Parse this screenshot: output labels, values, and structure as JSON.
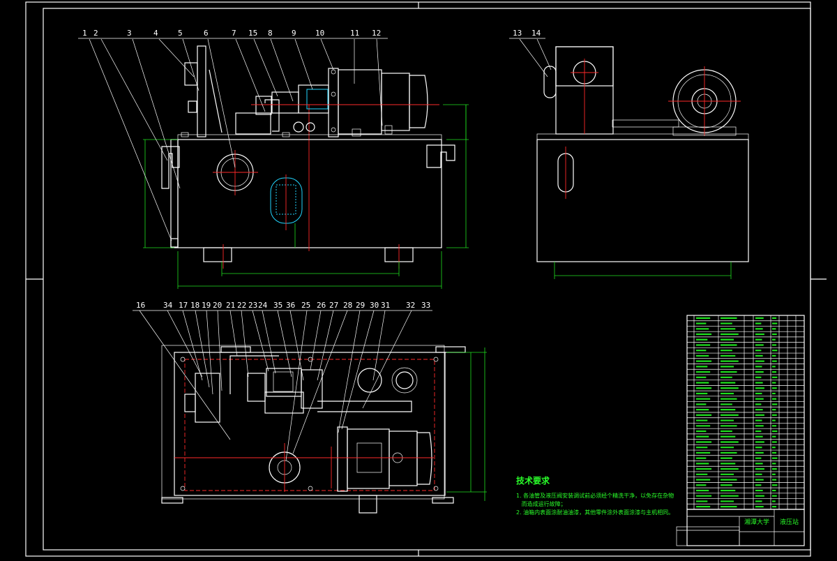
{
  "drawing": {
    "part_numbers_front": [
      "1",
      "2",
      "3",
      "4",
      "5",
      "6",
      "7",
      "15",
      "8",
      "9",
      "10",
      "11",
      "12"
    ],
    "part_numbers_side": [
      "13",
      "14"
    ],
    "part_numbers_top_left": [
      "16",
      "34",
      "17",
      "18",
      "19",
      "20",
      "21",
      "22",
      "23",
      "24",
      "35",
      "36",
      "25",
      "26",
      "27",
      "28",
      "29",
      "30",
      "31",
      "32",
      "33"
    ],
    "title_block": {
      "drawing_title": "液压站",
      "company": "湘潭大学"
    }
  },
  "tech_requirements": {
    "title": "技术要求",
    "line1": "1. 各油管及液压阀安装调试前必须经个精洗干净，以免存在杂物",
    "line1b": "   而造成运行故障；",
    "line2": "2. 油箱内表面涂耐油油漆，其他零件涂外表面涂漆与主机相同。"
  },
  "colors": {
    "background": "#000000",
    "lines": "#ffffff",
    "centerlines": "#ff2a2a",
    "dimensions": "#1fe01f",
    "hatch": "#22d6ff"
  }
}
